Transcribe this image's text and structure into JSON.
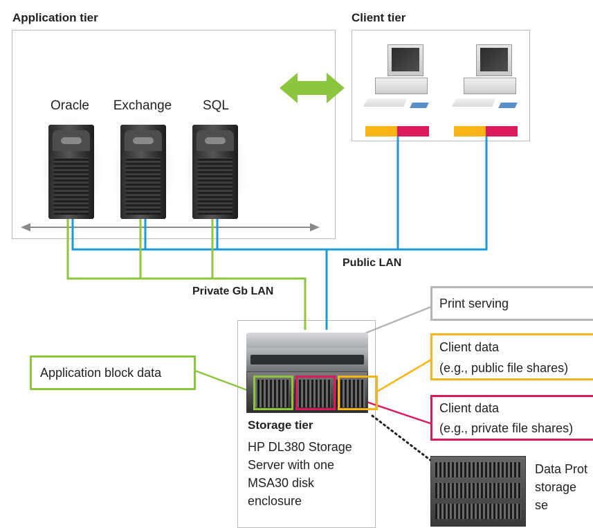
{
  "tiers": {
    "application": "Application tier",
    "client": "Client tier",
    "storage": "Storage tier"
  },
  "servers": [
    {
      "label": "Oracle"
    },
    {
      "label": "Exchange"
    },
    {
      "label": "SQL"
    }
  ],
  "networks": {
    "public": "Public LAN",
    "private": "Private Gb LAN"
  },
  "callouts": {
    "print": "Print serving",
    "client_public_line1": "Client data",
    "client_public_line2": "(e.g., public file shares)",
    "client_private_line1": "Client data",
    "client_private_line2": "(e.g., private file shares)",
    "app_block": "Application block data"
  },
  "storage_desc": [
    "HP DL380 Storage",
    "Server with one",
    "MSA30 disk",
    "enclosure"
  ],
  "data_protection": {
    "line1": "Data Prot",
    "line2": "storage se"
  },
  "colors": {
    "public_lan": "#1a9ad6",
    "private_lan": "#8cc63e",
    "client_public": "#fbb416",
    "client_private": "#da1a5c",
    "print": "#b5b5b5",
    "arrow": "#8cc63e"
  }
}
